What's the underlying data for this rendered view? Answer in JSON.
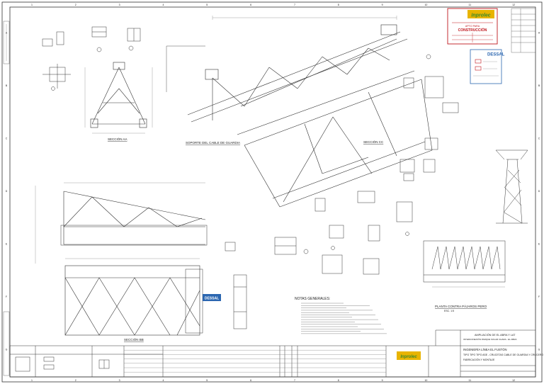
{
  "stamp": {
    "brand": "Inprolec",
    "status_line1": "APTO PARA",
    "status_line2": "CONSTRUCCIÓN"
  },
  "client_box": {
    "brand": "DESSAL"
  },
  "views": {
    "section_aa": "SECCIÓN AA",
    "support_cable": "SOPORTE DEL CABLE DE GUARDIA",
    "section_bb": "SECCIÓN BB",
    "section_cc": "SECCIÓN CC",
    "lightning_plan": "PLANTA CONTRA PÁJAROS PERO",
    "lightning_scale": "ESC. 1:5"
  },
  "notes": {
    "title": "NOTAS GENERALES:"
  },
  "title_block": {
    "project_line1": "AMPLIACIÓN DE EL ABRA Y LAT",
    "project_line2": "INTERCONEXIÓN PARQUE SOLAR CHARA - EL ABRA",
    "drawing_line1": "INGENIERÍA LÍNEA EL FUSTÓN",
    "drawing_line2": "TIPO TIPO TIPO ASE - CRUCETAS CABLE DE GUARDIA Y CRUCERO",
    "drawing_line3": "FABRICACIÓN Y MONTAJE",
    "company": "Inprolec"
  },
  "ruler": {
    "top": [
      "1",
      "2",
      "3",
      "4",
      "5",
      "6",
      "7",
      "8",
      "9",
      "10",
      "11",
      "12"
    ],
    "side": [
      "A",
      "B",
      "C",
      "D",
      "E",
      "F",
      "G"
    ]
  },
  "colors": {
    "line": "#333333",
    "stamp_red": "#c0161d",
    "brand_yellow": "#e8b400",
    "brand_green": "#3a8a2e",
    "client_blue": "#2b66b0"
  }
}
